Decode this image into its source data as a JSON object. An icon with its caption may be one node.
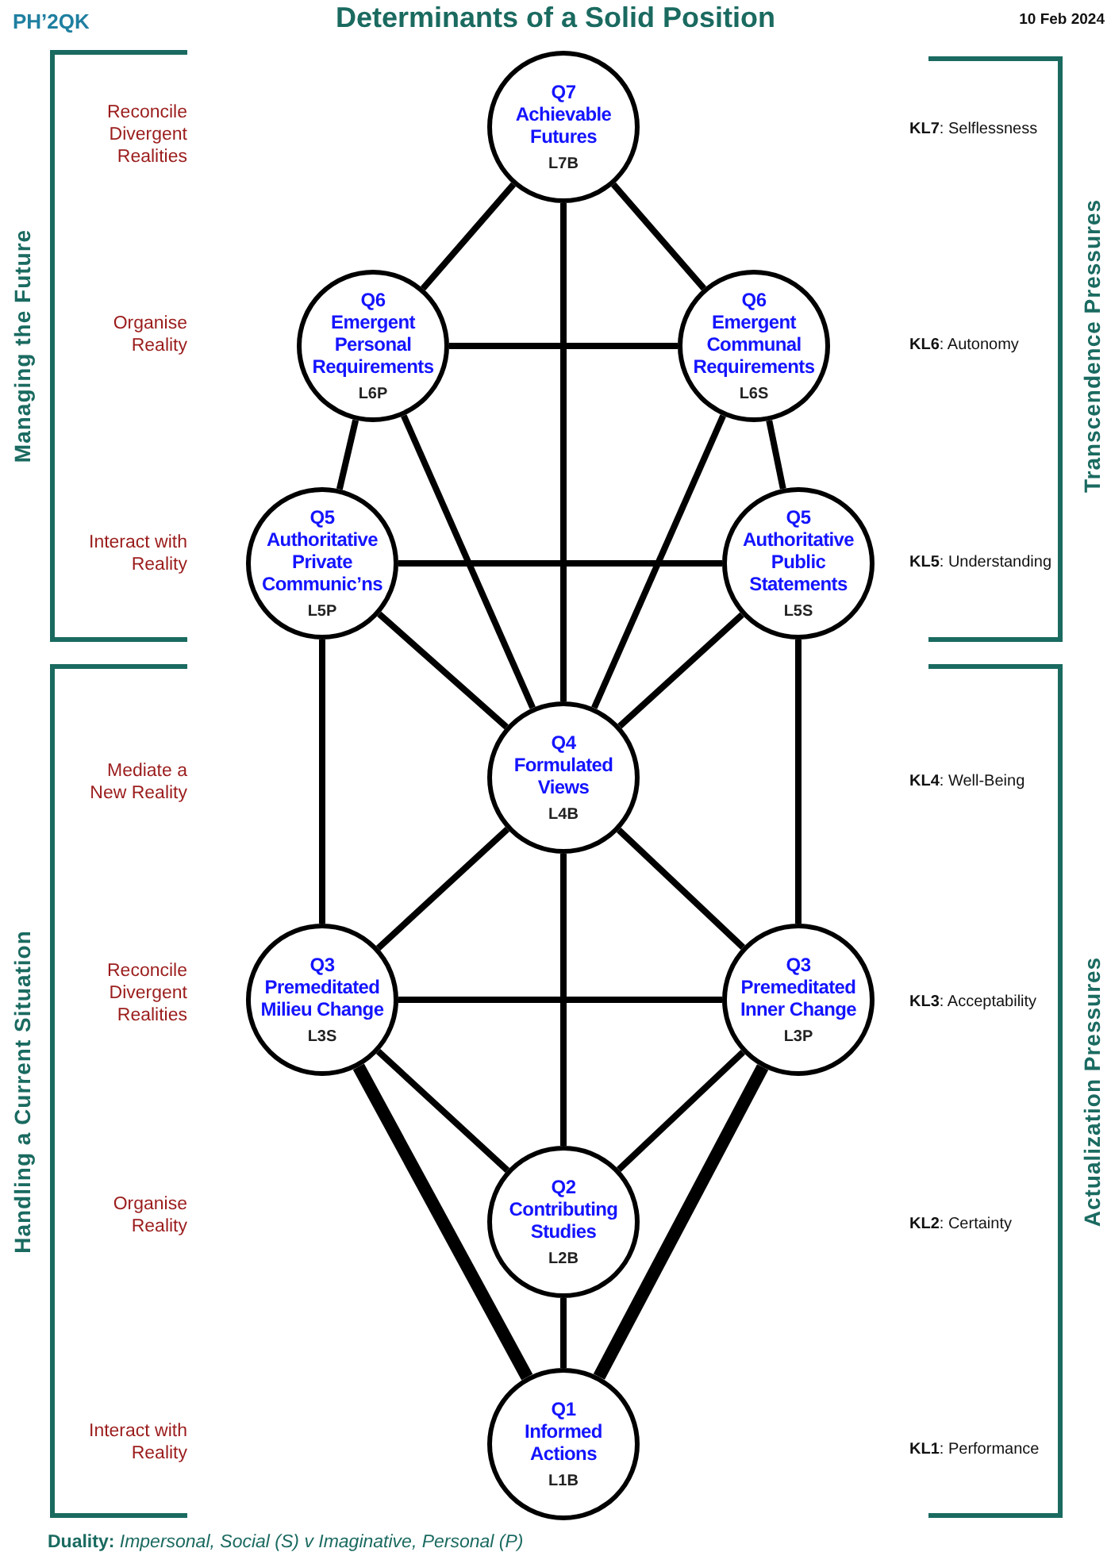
{
  "diagram": {
    "title": "Determinants of a Solid Position",
    "nodes": [
      {
        "text": [
          "Q7",
          "Achievable Futures",
          "L7B"
        ]
      },
      {
        "text": [
          "Q6",
          "Emergent Personal Requirements",
          "L6P"
        ]
      },
      {
        "text": [
          "Q6",
          "Emergent Communal Requirements",
          "L6S"
        ]
      },
      {
        "text": [
          "Q5",
          "Authoritative Private Communic’ns",
          "L5P"
        ]
      },
      {
        "text": [
          "Q5",
          "Authoritative Public Statements",
          "L5S"
        ]
      },
      {
        "text": [
          "Q4",
          "Formulated Views",
          "L4B"
        ]
      },
      {
        "text": [
          "Q3",
          "Premeditated Milieu Change",
          "L3S"
        ]
      },
      {
        "text": [
          "Q3",
          "Premeditated Inner Change",
          "L3P"
        ]
      },
      {
        "text": [
          "Q2",
          "Contributing Studies",
          "L2B"
        ]
      },
      {
        "text": [
          "Q1",
          "Informed Actions",
          "L1B"
        ]
      }
    ],
    "edges": [
      {
        "from": 0,
        "to": 1,
        "arrow": "none"
      },
      {
        "from": 0,
        "to": 2,
        "arrow": "none"
      },
      {
        "from": 0,
        "to": 5,
        "arrow": "none"
      },
      {
        "from": 1,
        "to": 2,
        "arrow": "none"
      },
      {
        "from": 1,
        "to": 3,
        "arrow": "none"
      },
      {
        "from": 1,
        "to": 5,
        "arrow": "none"
      },
      {
        "from": 2,
        "to": 4,
        "arrow": "none"
      },
      {
        "from": 2,
        "to": 5,
        "arrow": "none"
      },
      {
        "from": 3,
        "to": 4,
        "arrow": "none"
      },
      {
        "from": 3,
        "to": 5,
        "arrow": "none"
      },
      {
        "from": 4,
        "to": 5,
        "arrow": "none"
      },
      {
        "from": 3,
        "to": 6,
        "arrow": "none"
      },
      {
        "from": 4,
        "to": 7,
        "arrow": "none"
      },
      {
        "from": 5,
        "to": 6,
        "arrow": "none"
      },
      {
        "from": 5,
        "to": 7,
        "arrow": "none"
      },
      {
        "from": 5,
        "to": 8,
        "arrow": "none"
      },
      {
        "from": 6,
        "to": 7,
        "arrow": "none"
      },
      {
        "from": 6,
        "to": 8,
        "arrow": "none"
      },
      {
        "from": 7,
        "to": 8,
        "arrow": "none"
      },
      {
        "from": 6,
        "to": 9,
        "arrow": "none",
        "style": "thick"
      },
      {
        "from": 7,
        "to": 9,
        "arrow": "none",
        "style": "thick"
      },
      {
        "from": 8,
        "to": 9,
        "arrow": "none"
      }
    ],
    "labels": [
      "PH’2QK",
      "10 Feb 2024",
      "Managing the Future",
      "Reconcile Divergent Realities",
      "**KL7**: Selflessness",
      "Transcendence Pressures",
      "Organise Reality",
      "**KL6**: Autonomy",
      "Interact with Reality",
      "**KL5**: Understanding",
      "Handling a Current Situation",
      "Mediate a New Reality",
      "**KL4**: Well-Being",
      "Actualization Pressures",
      "Reconcile Divergent Realities",
      "**KL3**: Acceptability",
      "Organise Reality",
      "**KL2**: Certainty",
      "Interact with Reality",
      "**KL1**: Performance",
      "**Duality:** *Impersonal, Social (S) v Imaginative, Personal (P)*"
    ]
  }
}
